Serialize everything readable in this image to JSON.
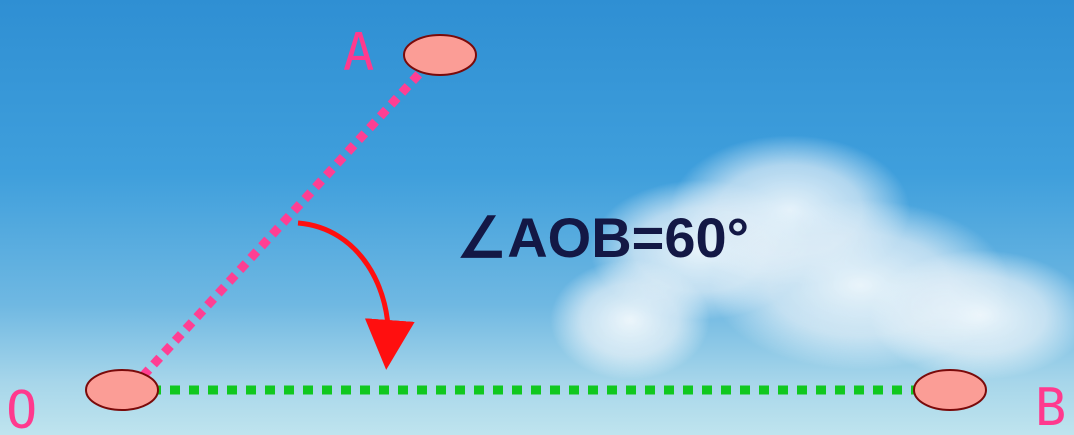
{
  "labels": {
    "a": "A",
    "o": "O",
    "b": "B"
  },
  "annotation": {
    "text": "∠AOB=60°"
  },
  "colors": {
    "label": "#ff3a8e",
    "ray_oa": "#ff3f93",
    "ray_ob": "#11c81f",
    "node_fill": "#fb9d96",
    "node_stroke": "#7a0a0a",
    "arrow": "#ff0f0f",
    "annotation_text": "#131845"
  }
}
